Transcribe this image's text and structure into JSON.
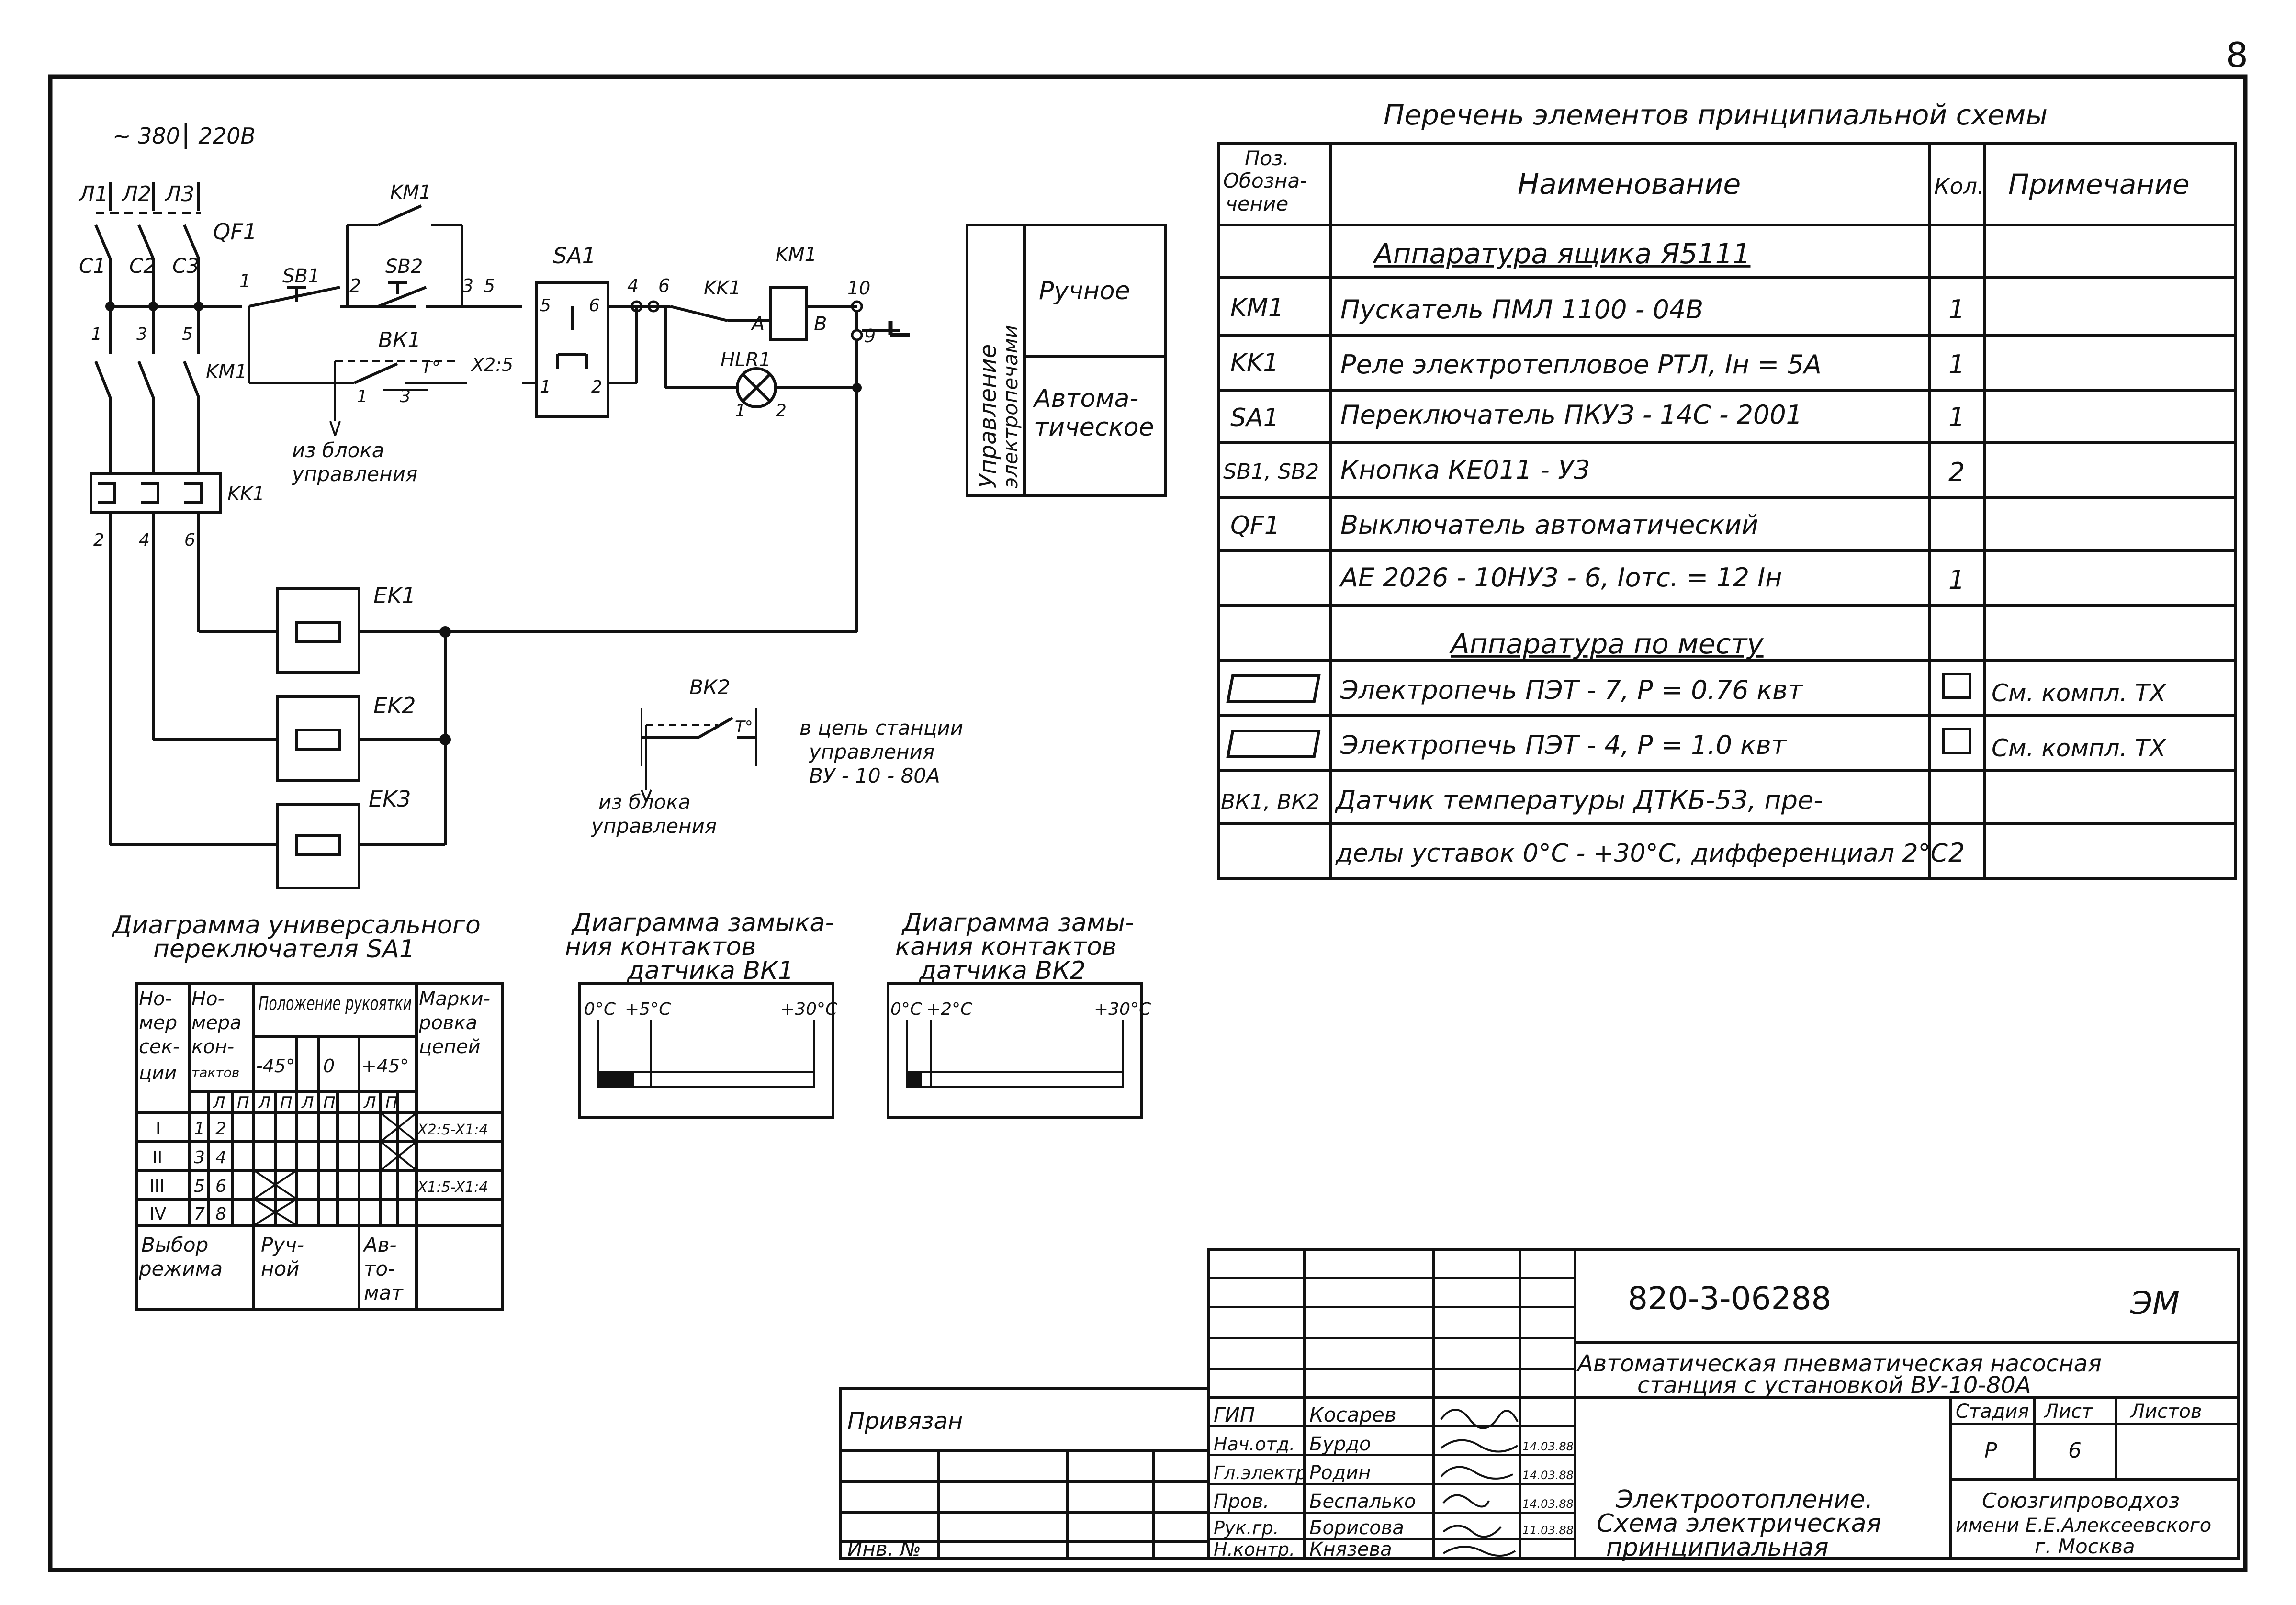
{
  "page_number": "8",
  "supply": "~ 380⎮ 220В",
  "phases": [
    "Л1",
    "Л2",
    "Л3"
  ],
  "labels": {
    "qf1": "QF1",
    "c1": "C1",
    "c2": "C2",
    "c3": "C3",
    "km1_top": "KM1",
    "km1_coil": "KM1",
    "km1_contacts": "KM1",
    "sb1": "SB1",
    "sb2": "SB2",
    "sa1": "SA1",
    "kk1_contact": "KK1",
    "kk1_relay": "KK1",
    "bk1": "ВК1",
    "bk2": "ВК2",
    "x2_5": "X2:5",
    "hlr1": "HLR1",
    "ek1": "EK1",
    "ek2": "EK2",
    "ek3": "EK3",
    "contact_a": "А",
    "contact_b": "В",
    "t_deg": "T°",
    "from_block_1": "из блока",
    "from_block_2": "управления",
    "bk2_note_1": "в цепь станции",
    "bk2_note_2": "управления",
    "bk2_note_3": "ВУ - 10 - 80А",
    "from_block2_1": "из блока",
    "from_block2_2": "управления"
  },
  "node_numbers": [
    "1",
    "2",
    "3",
    "5",
    "4",
    "6",
    "10",
    "9",
    "1",
    "3",
    "5",
    "2",
    "4",
    "6",
    "1",
    "2",
    "1",
    "3",
    "5",
    "6",
    "1",
    "2"
  ],
  "mode_box": {
    "side_label_1": "Управление",
    "side_label_2": "электропечами",
    "manual": "Ручное",
    "auto_1": "Автома-",
    "auto_2": "тическое"
  },
  "elements_table": {
    "title": "Перечень элементов принципиальной схемы",
    "headers": {
      "pos_1": "Поз.",
      "pos_2": "Обозна-",
      "pos_3": "чение",
      "name": "Наименование",
      "qty": "Кол.",
      "note": "Примечание"
    },
    "section_1": "Аппаратура ящика Я5111",
    "section_2": "Аппаратура по месту",
    "rows": [
      {
        "pos": "KM1",
        "name": "Пускатель ПМЛ 1100 - 04В",
        "qty": "1",
        "note": ""
      },
      {
        "pos": "KK1",
        "name": "Реле электротепловое РТЛ, Iн = 5А",
        "qty": "1",
        "note": ""
      },
      {
        "pos": "SA1",
        "name": "Переключатель ПКУЗ - 14С - 2001",
        "qty": "1",
        "note": ""
      },
      {
        "pos": "SB1, SB2",
        "name": "Кнопка КЕ011 - У3",
        "qty": "2",
        "note": ""
      },
      {
        "pos": "QF1",
        "name": "Выключатель автоматический",
        "qty": "",
        "note": ""
      },
      {
        "pos": "",
        "name": "АЕ 2026 - 10НУ3 - 6, Iотс. = 12 Iн",
        "qty": "1",
        "note": ""
      },
      {
        "pos": "",
        "name": "Электропечь ПЭТ - 7, Р = 0.76 квт",
        "qty": "",
        "note": "См. компл. ТХ"
      },
      {
        "pos": "",
        "name": "Электропечь ПЭТ - 4, Р = 1.0 квт",
        "qty": "",
        "note": "См. компл. ТХ"
      },
      {
        "pos": "ВК1, ВК2",
        "name": "Датчик температуры ДТКБ-53, пре-",
        "qty": "",
        "note": ""
      },
      {
        "pos": "",
        "name": "делы уставок 0°С - +30°С, дифференциал 2°С",
        "qty": "2",
        "note": ""
      }
    ]
  },
  "sa1_diagram": {
    "title_1": "Диаграмма универсального",
    "title_2": "переключателя SA1",
    "h_num_sec": [
      "Но-",
      "мер",
      "сек-",
      "ции"
    ],
    "h_num_con": [
      "Но-",
      "мера",
      "кон-",
      "тактов"
    ],
    "h_position": "Положение рукоятки",
    "h_marking": [
      "Марки-",
      "ровка",
      "цепей"
    ],
    "angles": [
      "-45°",
      "0",
      "+45°"
    ],
    "lp": [
      "Л",
      "П",
      "Л",
      "П",
      "Л",
      "П",
      "Л",
      "П"
    ],
    "rows": [
      {
        "sec": "I",
        "c1": "1",
        "c2": "2",
        "mark": "X2:5-X1:4"
      },
      {
        "sec": "II",
        "c1": "3",
        "c2": "4",
        "mark": ""
      },
      {
        "sec": "III",
        "c1": "5",
        "c2": "6",
        "mark": "X1:5-X1:4"
      },
      {
        "sec": "IV",
        "c1": "7",
        "c2": "8",
        "mark": ""
      }
    ],
    "mode_label": [
      "Выбор",
      "режима"
    ],
    "manual": [
      "Руч-",
      "ной"
    ],
    "auto": [
      "Ав-",
      "то-",
      "мат"
    ]
  },
  "bk1_diagram": {
    "title": [
      "Диаграмма замыка-",
      "ния контактов",
      "датчика ВК1"
    ],
    "ticks": [
      "0°С",
      "+5°С",
      "+30°С"
    ],
    "closed_fraction": 0.167
  },
  "bk2_diagram": {
    "title": [
      "Диаграмма замы-",
      "кания контактов",
      "датчика ВК2"
    ],
    "ticks": [
      "0°С",
      "+2°С",
      "+30°С"
    ],
    "closed_fraction": 0.067
  },
  "title_block": {
    "doc_code": "820-3-06288",
    "doc_mark": "ЭМ",
    "project_1": "Автоматическая пневматическая насосная",
    "project_2": "станция с установкой ВУ-10-80А",
    "sheet_1": "Электроотопление.",
    "sheet_2": "Схема электрическая",
    "sheet_3": "принципиальная",
    "stage_h": "Стадия",
    "sheet_h": "Лист",
    "sheets_h": "Листов",
    "stage": "Р",
    "sheet": "6",
    "sheets": "",
    "org_1": "Союзгипроводхоз",
    "org_2": "имени Е.Е.Алексеевского",
    "org_3": "г. Москва",
    "bound": "Привязан",
    "inv": "Инв. №",
    "roles": [
      "ГИП",
      "Нач.отд.",
      "Гл.электр",
      "Пров.",
      "Рук.гр.",
      "Н.контр."
    ],
    "names": [
      "Косарев",
      "Бурдо",
      "Родин",
      "Беспалько",
      "Борисова",
      "Князева"
    ],
    "dates": [
      "",
      "14.03.88",
      "14.03.88",
      "14.03.88",
      "11.03.88",
      ""
    ]
  }
}
